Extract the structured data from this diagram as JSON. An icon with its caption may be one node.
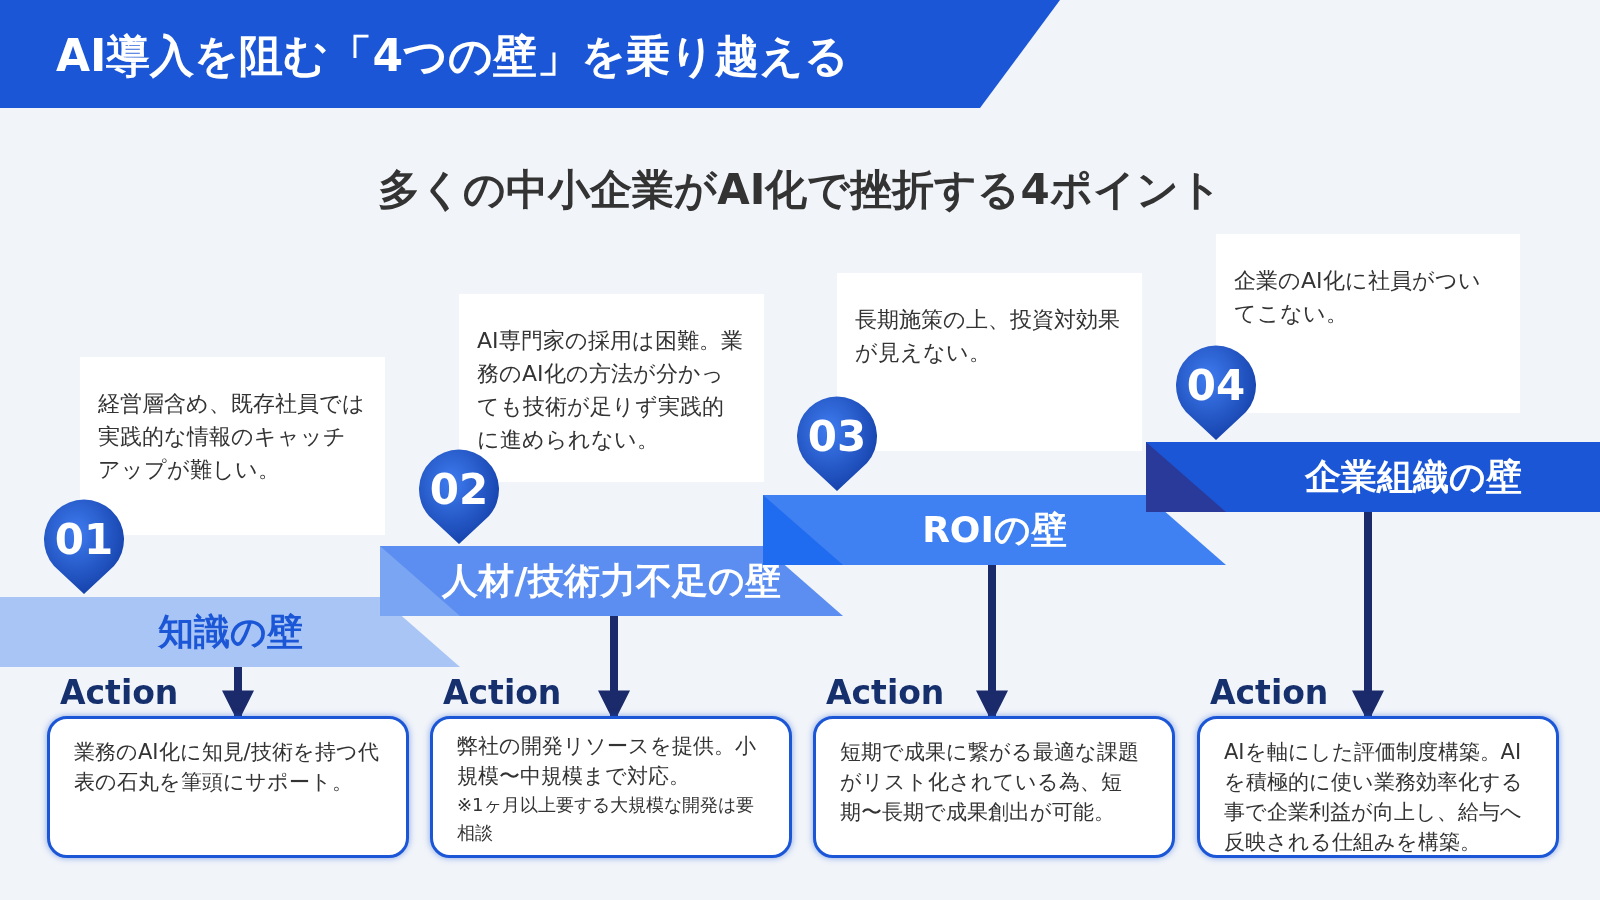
{
  "diagram": {
    "title": "AI導入を阻む「4つの壁」を乗り越える",
    "nodes": [
      {
        "text": [
          "経営層含め、既存社員では実践的な情報のキャッチアップが難しい。"
        ]
      },
      {
        "text": [
          "01"
        ]
      },
      {
        "text": [
          "知識の壁"
        ]
      },
      {
        "text": [
          "Action",
          "業務のAI化に知見/技術を持つ代表の石丸を筆頭にサポート。"
        ]
      },
      {
        "text": [
          "AI専門家の採用は困難。業務のAI化の方法が分かっても技術が足りず実践的に進められない。"
        ]
      },
      {
        "text": [
          "02"
        ]
      },
      {
        "text": [
          "人材/技術力不足の壁"
        ]
      },
      {
        "text": [
          "Action",
          "弊社の開発リソースを提供。小規模〜中規模まで対応。",
          "※1ヶ月以上要する大規模な開発は要相談"
        ]
      },
      {
        "text": [
          "長期施策の上、投資対効果が見えない。"
        ]
      },
      {
        "text": [
          "03"
        ]
      },
      {
        "text": [
          "ROIの壁"
        ]
      },
      {
        "text": [
          "Action",
          "短期で成果に繋がる最適な課題がリスト化されている為、短期〜長期で成果創出が可能。"
        ]
      },
      {
        "text": [
          "企業のAI化に社員がついてこない。"
        ]
      },
      {
        "text": [
          "04"
        ]
      },
      {
        "text": [
          "企業組織の壁"
        ]
      },
      {
        "text": [
          "Action",
          "AIを軸にした評価制度構築。AIを積極的に使い業務効率化する事で企業利益が向上し、給与へ反映される仕組みを構築。"
        ]
      }
    ],
    "edges": [
      {
        "from": 2,
        "to": 3,
        "arrow": "to"
      },
      {
        "from": 6,
        "to": 7,
        "arrow": "to"
      },
      {
        "from": 10,
        "to": 11,
        "arrow": "to"
      },
      {
        "from": 14,
        "to": 15,
        "arrow": "to"
      }
    ],
    "labels": [
      "多くの中小企業がAI化で挫折する4ポイント"
    ]
  }
}
